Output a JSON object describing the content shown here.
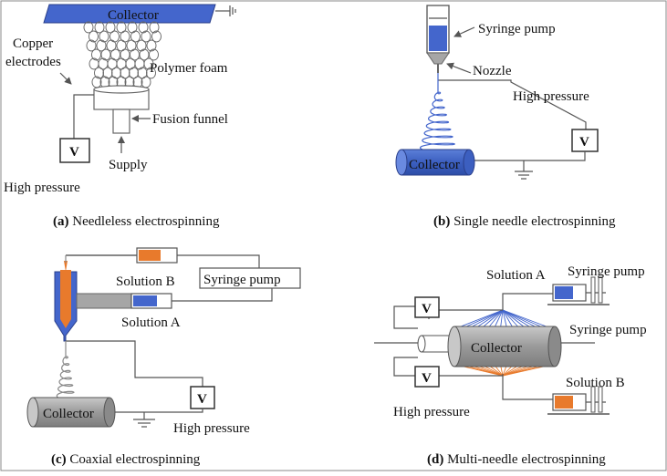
{
  "panel_a": {
    "collector": "Collector",
    "copper_electrodes_line1": "Copper",
    "copper_electrodes_line2": "electrodes",
    "polymer_foam": "Polymer foam",
    "fusion_funnel": "Fusion funnel",
    "supply": "Supply",
    "voltmeter": "V",
    "high_pressure": "High pressure",
    "caption_prefix": "(a)",
    "caption_text": "Needleless electrospinning"
  },
  "panel_b": {
    "syringe_pump": "Syringe pump",
    "nozzle": "Nozzle",
    "high_pressure": "High pressure",
    "voltmeter": "V",
    "collector": "Collector",
    "caption_prefix": "(b)",
    "caption_text": "Single needle electrospinning"
  },
  "panel_c": {
    "solution_b": "Solution B",
    "syringe_pump": "Syringe pump",
    "solution_a": "Solution A",
    "collector": "Collector",
    "voltmeter": "V",
    "high_pressure": "High pressure",
    "caption_prefix": "(c)",
    "caption_text": "Coaxial electrospinning"
  },
  "panel_d": {
    "solution_a": "Solution A",
    "syringe_pump_top": "Syringe pump",
    "syringe_pump_mid": "Syringe pump",
    "collector": "Collector",
    "voltmeter_top": "V",
    "voltmeter_bottom": "V",
    "solution_b": "Solution B",
    "high_pressure": "High pressure",
    "caption_prefix": "(d)",
    "caption_text": "Multi-needle electrospinning"
  },
  "colors": {
    "blue": "#4466cc",
    "orange": "#e87a2c",
    "gray": "#a6a6a6",
    "line": "#555555"
  }
}
